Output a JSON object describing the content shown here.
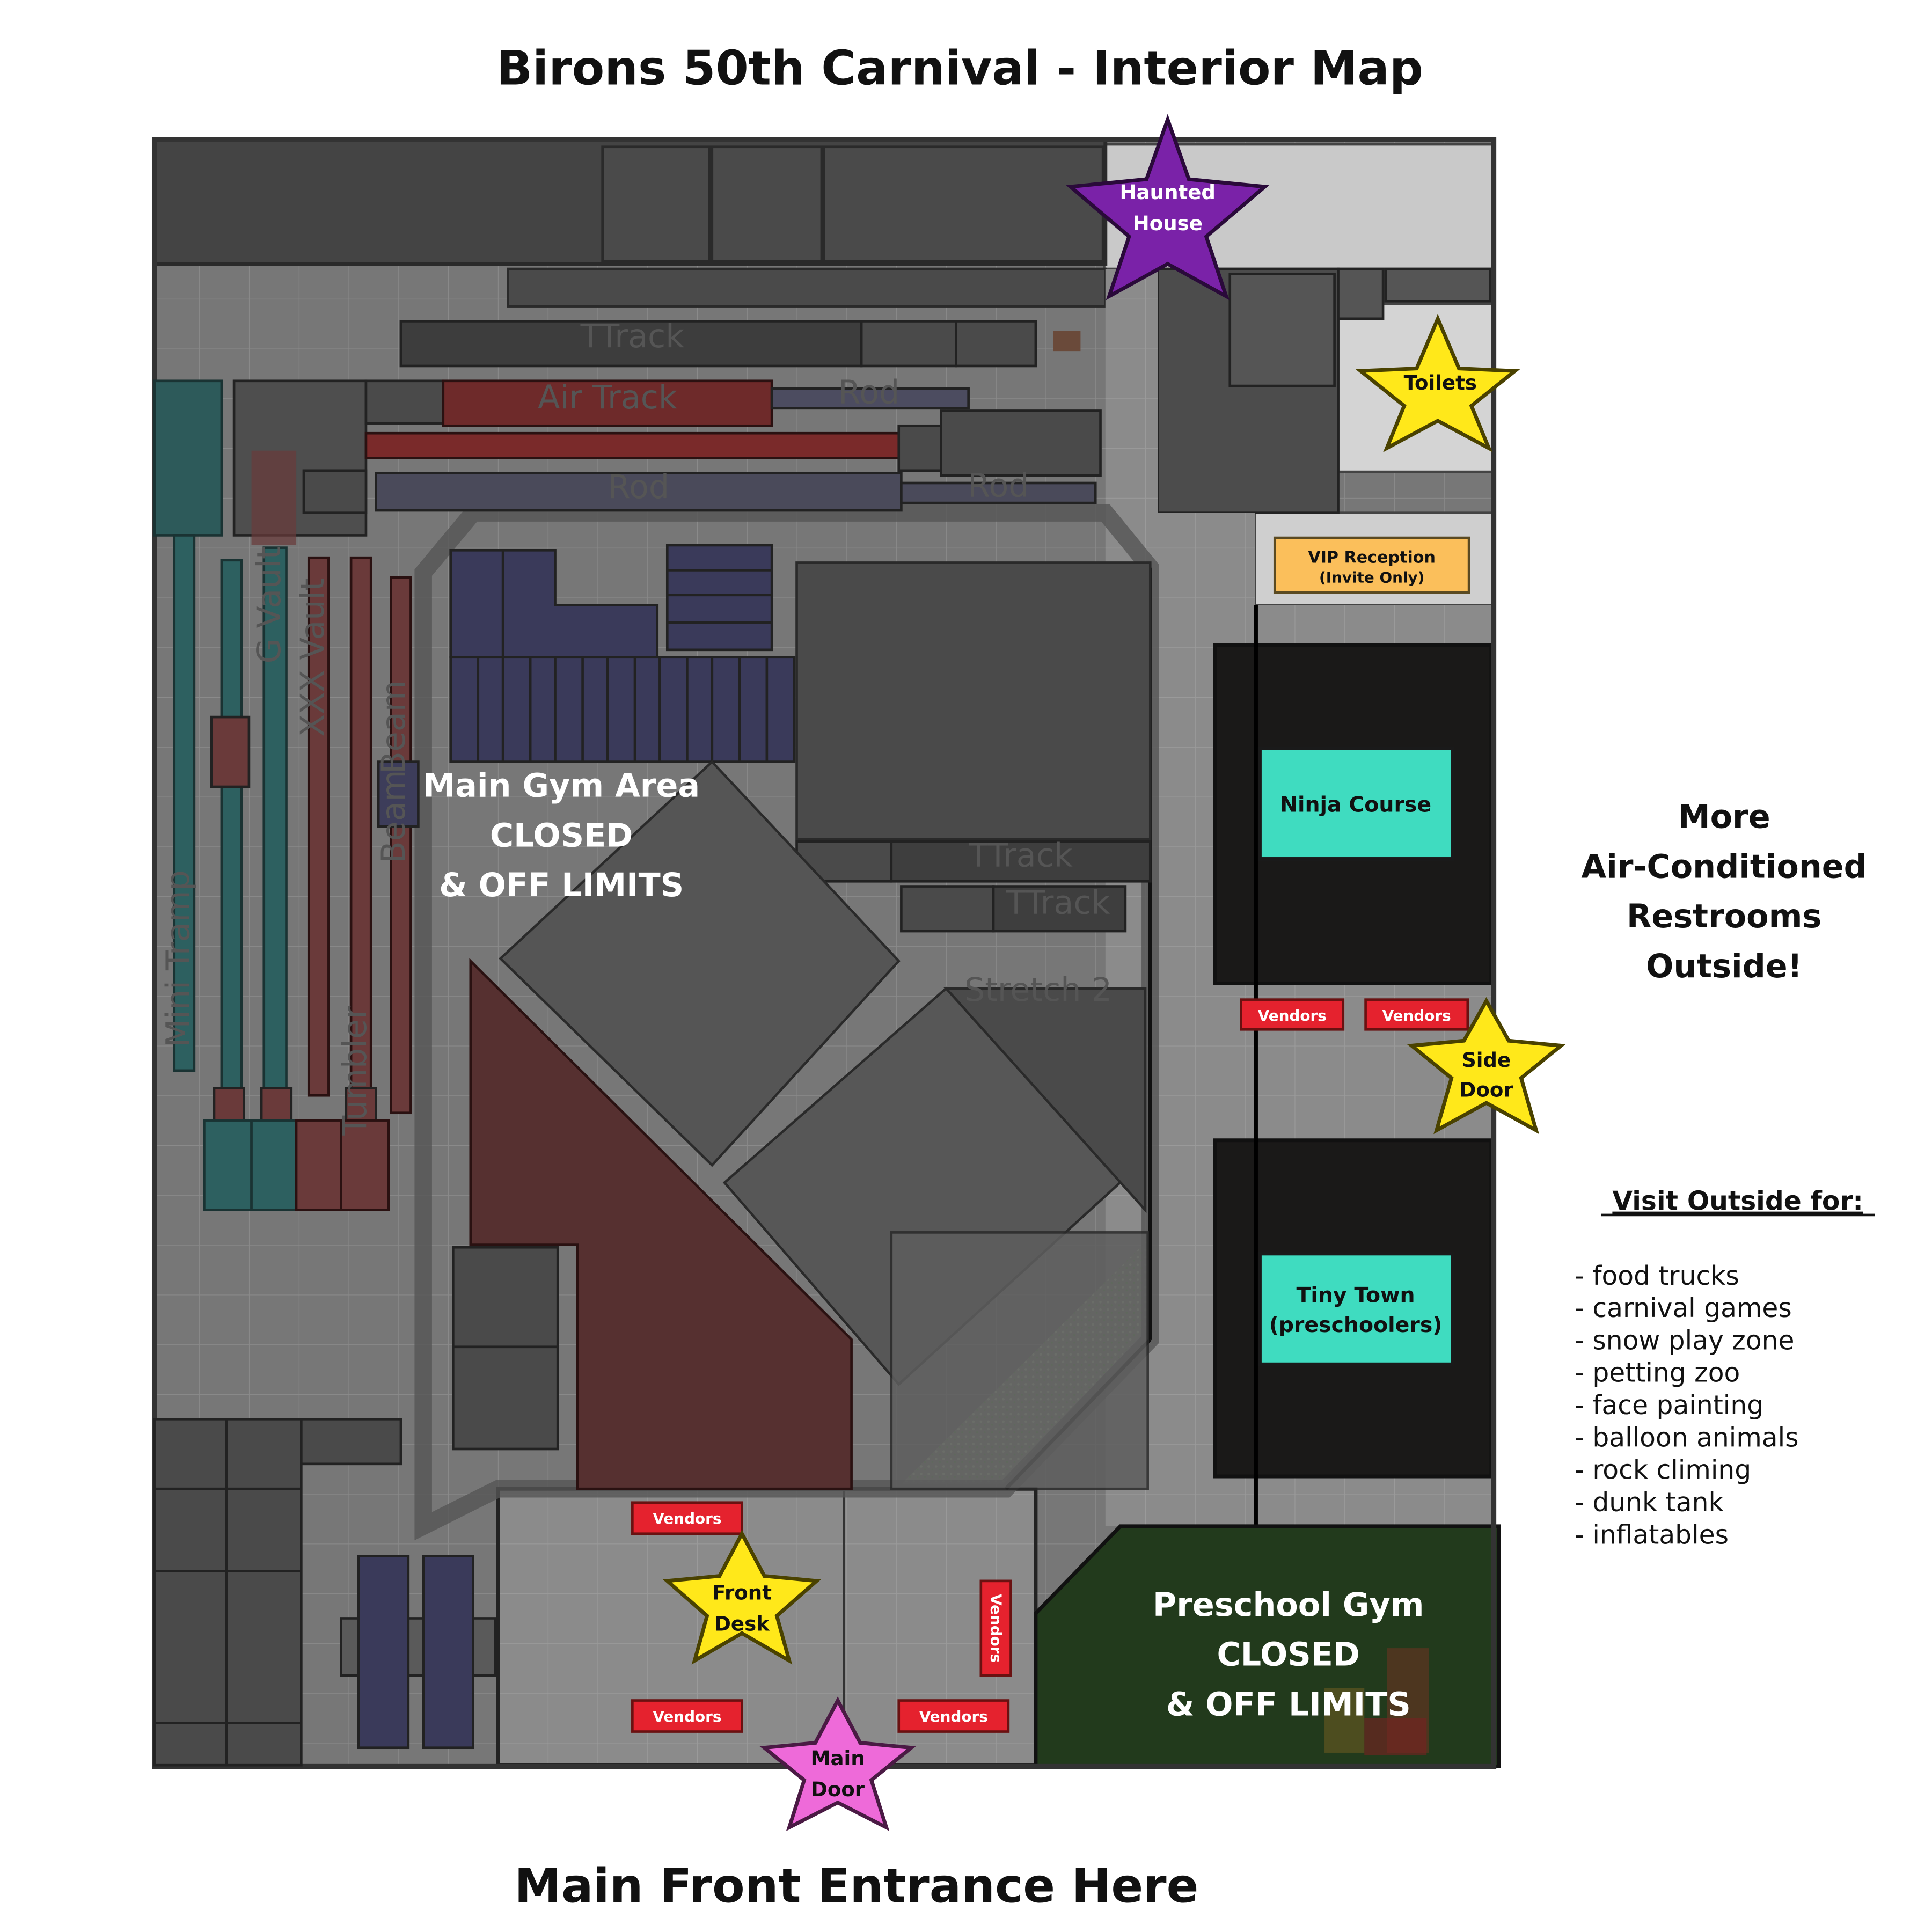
{
  "title": "Birons 50th Carnival - Interior Map",
  "footer": "Main Front Entrance Here",
  "zones": {
    "main_gym": [
      "Main Gym Area",
      "CLOSED",
      "& OFF LIMITS"
    ],
    "preschool_gym": [
      "Preschool Gym",
      "CLOSED",
      "& OFF LIMITS"
    ],
    "ninja_course": "Ninja Course",
    "tiny_town": [
      "Tiny Town",
      "(preschoolers)"
    ],
    "vip_reception": [
      "VIP Reception",
      "(Invite Only)"
    ]
  },
  "stars": {
    "haunted_house": [
      "Haunted",
      "House"
    ],
    "toilets": [
      "Toilets"
    ],
    "side_door": [
      "Side",
      "Door"
    ],
    "front_desk": [
      "Front",
      "Desk"
    ],
    "main_door": [
      "Main",
      "Door"
    ]
  },
  "vendor_label": "Vendors",
  "equipment": {
    "ttrack_top": "TTrack",
    "air_track": "Air Track",
    "rod_1": "Rod",
    "rod_2": "Rod",
    "rod_3": "Rod",
    "ttrack_mid_1": "TTrack",
    "ttrack_mid_2": "TTrack",
    "stretch": "Stretch 2",
    "mini_tramp": "Mini Tramp",
    "vault_1": "G Vault",
    "vault_2": "XXX Vault",
    "beam_1": "Beam",
    "beam_2": "Beam",
    "tumbler": "Tumbler"
  },
  "outside_note": [
    "More",
    "Air-Conditioned",
    "Restrooms",
    "Outside!"
  ],
  "visit_outside": {
    "heading": "Visit Outside for:",
    "items": [
      "- food trucks",
      "- carnival games",
      "- snow play zone",
      "- petting zoo",
      "- face painting",
      "- balloon animals",
      "- rock climing",
      "- dunk tank",
      "- inflatables"
    ]
  },
  "colors": {
    "star_yellow": "#ffe81a",
    "star_purple": "#7a22a8",
    "star_pink": "#ee6ad9",
    "vendor_red": "#e5222e",
    "zone_teal": "#3fdcc0",
    "vip_orange": "#fbbf5b",
    "preschool_green": "#223a1c"
  }
}
